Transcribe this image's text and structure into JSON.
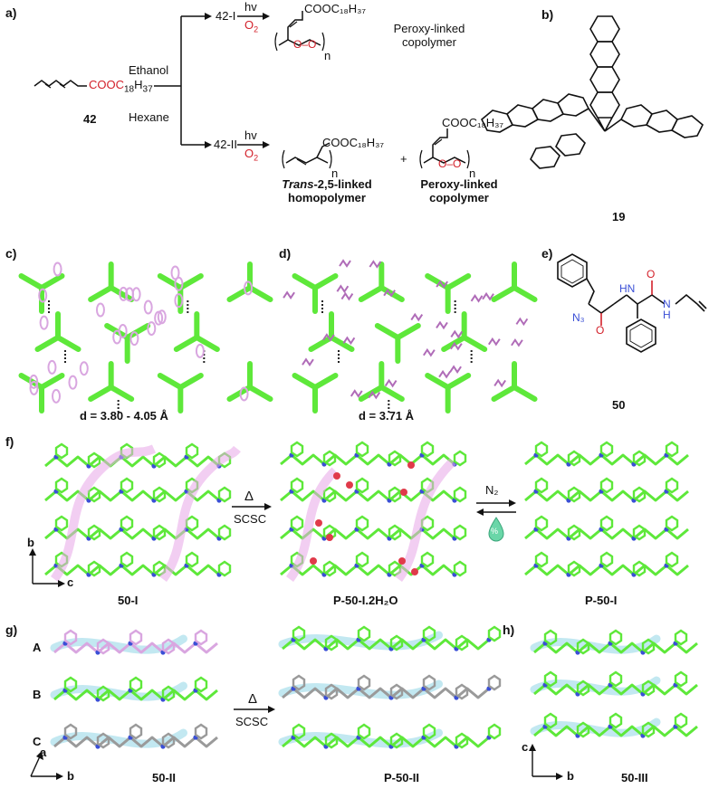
{
  "panels": {
    "a": "a)",
    "b": "b)",
    "c": "c)",
    "d": "d)",
    "e": "e)",
    "f": "f)",
    "g": "g)",
    "h": "h)"
  },
  "scheme_a": {
    "monomer_ester": "COOC",
    "monomer_tail": "18",
    "monomer_h": "H",
    "monomer_h_sub": "37",
    "compound": "42",
    "solvent_top": "Ethanol",
    "solvent_bottom": "Hexane",
    "form_top": "42-I",
    "form_bottom": "42-II",
    "hv": "hv",
    "o2": "O",
    "o2_sub": "2",
    "n": "n",
    "product_top": "Peroxy-linked copolymer",
    "product_top_l1": "Peroxy-linked",
    "product_top_l2": "copolymer",
    "product_trans_l1_italic": "Trans",
    "product_trans_l1_rest": "-2,5-linked",
    "product_trans_l2": "homopolymer",
    "plus": "+",
    "product_peroxy_l1": "Peroxy-linked",
    "product_peroxy_l2": "copolymer",
    "peroxy_o": "O",
    "peroxy_o2": "O",
    "ester_sub": "COOC₁₈H₃₇"
  },
  "panel_b": {
    "compound": "19"
  },
  "panel_c": {
    "distance": "d = 3.80 - 4.05 Å"
  },
  "panel_d": {
    "distance": "d = 3.71 Å"
  },
  "panel_e": {
    "compound": "50",
    "n3": "N₃",
    "nh1": "H",
    "nh1_n": "N",
    "nh2": "N",
    "nh2_h": "H",
    "o1": "O",
    "o2": "O"
  },
  "panel_f": {
    "axis_b": "b",
    "axis_c": "c",
    "delta": "Δ",
    "scsc": "SCSC",
    "n2": "N₂",
    "humidity": "%",
    "label_1": "50-I",
    "label_2": "P-50-I.2H₂O",
    "label_3": "P-50-I"
  },
  "panel_g": {
    "row_a": "A",
    "row_b": "B",
    "row_c": "C",
    "axis_a": "a",
    "axis_b": "b",
    "delta": "Δ",
    "scsc": "SCSC",
    "label_1": "50-II",
    "label_2": "P-50-II"
  },
  "panel_h": {
    "axis_c": "c",
    "axis_b": "b",
    "label": "50-III"
  },
  "colors": {
    "green": "#5ee83a",
    "pink": "#d9a6e0",
    "red": "#d3202a",
    "blue": "#3a4fd6",
    "cyan": "#8fd6e6",
    "gray": "#9a9a9a"
  }
}
